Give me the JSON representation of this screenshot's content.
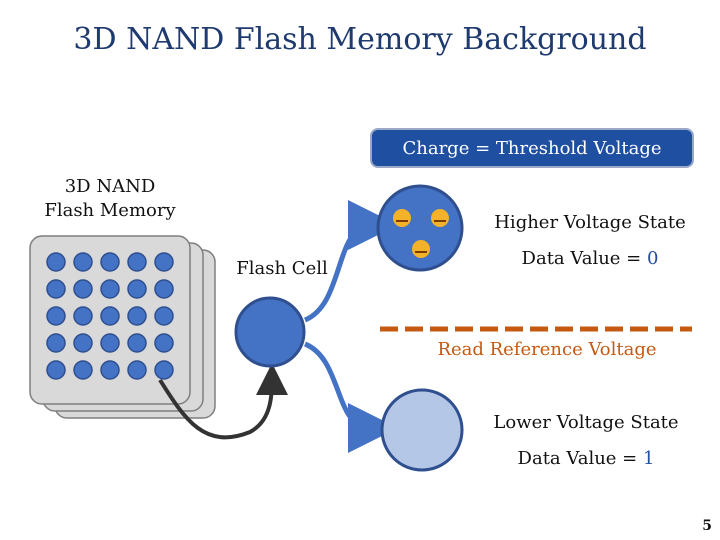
{
  "title": "3D NAND Flash Memory Background",
  "charge_box": "Charge = Threshold Voltage",
  "memory_label_line1": "3D NAND",
  "memory_label_line2": "Flash Memory",
  "flash_cell_label": "Flash Cell",
  "higher_state": {
    "line1": "Higher Voltage State",
    "data_prefix": "Data Value = ",
    "data_value": "0"
  },
  "read_reference_label": "Read Reference Voltage",
  "lower_state": {
    "line1": "Lower Voltage State",
    "data_prefix": "Data Value = ",
    "data_value": "1"
  },
  "page_number": "5",
  "colors": {
    "title": "#1f3a6e",
    "accent_blue": "#1f4fa0",
    "cell_fill": "#4472c4",
    "light_cell": "#b4c7e7",
    "charge_orange": "#f4b12a",
    "reference_orange": "#c65911",
    "card_fill": "#d9d9d9"
  }
}
